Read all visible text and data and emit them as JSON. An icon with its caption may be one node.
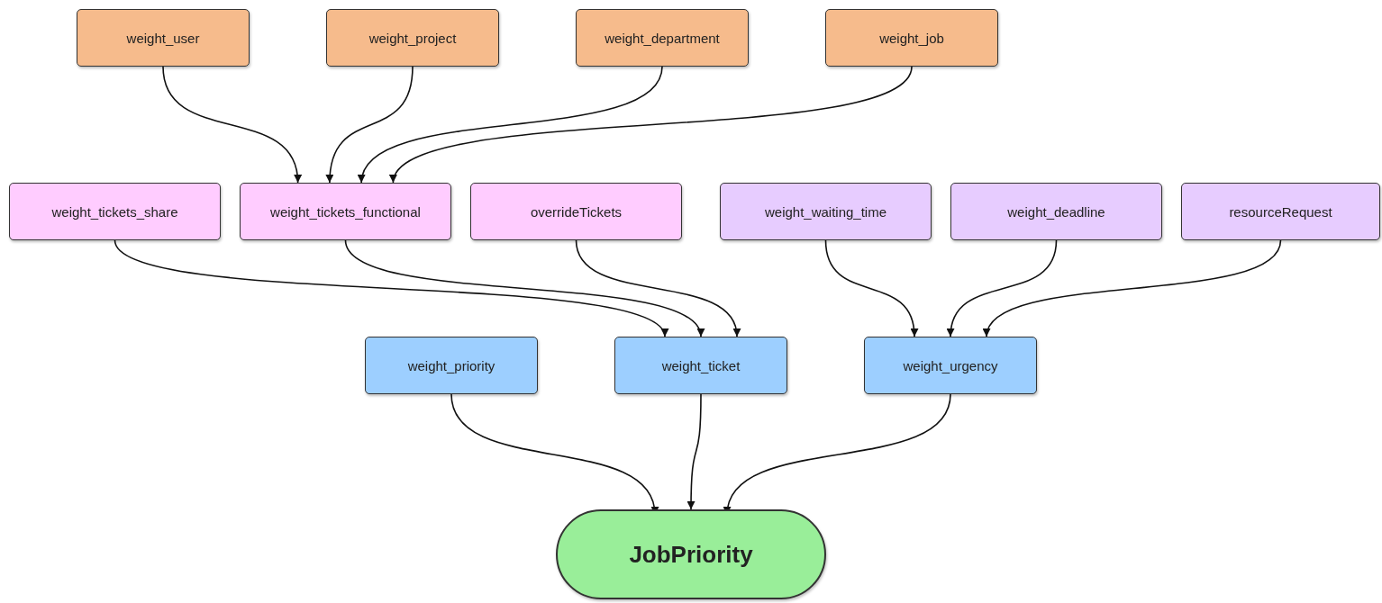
{
  "diagram": {
    "nodes": [
      {
        "text": [
          "weight_user"
        ]
      },
      {
        "text": [
          "weight_project"
        ]
      },
      {
        "text": [
          "weight_department"
        ]
      },
      {
        "text": [
          "weight_job"
        ]
      },
      {
        "text": [
          "weight_tickets_share"
        ]
      },
      {
        "text": [
          "weight_tickets_functional"
        ]
      },
      {
        "text": [
          "overrideTickets"
        ]
      },
      {
        "text": [
          "weight_waiting_time"
        ]
      },
      {
        "text": [
          "weight_deadline"
        ]
      },
      {
        "text": [
          "resourceRequest"
        ]
      },
      {
        "text": [
          "weight_priority"
        ]
      },
      {
        "text": [
          "weight_ticket"
        ]
      },
      {
        "text": [
          "weight_urgency"
        ]
      },
      {
        "text": [
          "JobPriority"
        ]
      }
    ],
    "edges": [
      {
        "from": 0,
        "to": 5,
        "arrow": "to"
      },
      {
        "from": 1,
        "to": 5,
        "arrow": "to"
      },
      {
        "from": 2,
        "to": 5,
        "arrow": "to"
      },
      {
        "from": 3,
        "to": 5,
        "arrow": "to"
      },
      {
        "from": 4,
        "to": 11,
        "arrow": "to"
      },
      {
        "from": 5,
        "to": 11,
        "arrow": "to"
      },
      {
        "from": 6,
        "to": 11,
        "arrow": "to"
      },
      {
        "from": 7,
        "to": 12,
        "arrow": "to"
      },
      {
        "from": 8,
        "to": 12,
        "arrow": "to"
      },
      {
        "from": 9,
        "to": 12,
        "arrow": "to"
      },
      {
        "from": 10,
        "to": 13,
        "arrow": "to"
      },
      {
        "from": 11,
        "to": 13,
        "arrow": "to"
      },
      {
        "from": 12,
        "to": 13,
        "arrow": "to"
      }
    ]
  }
}
